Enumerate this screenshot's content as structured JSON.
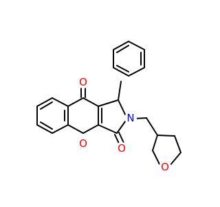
{
  "molecule": {
    "atoms": [
      {
        "id": "O_ketone",
        "element": "O",
        "label": "O",
        "color": "#ff0000"
      },
      {
        "id": "O_pyran",
        "element": "O",
        "label": "O",
        "color": "#ff0000"
      },
      {
        "id": "O_lactam",
        "element": "O",
        "label": "O",
        "color": "#ff0000"
      },
      {
        "id": "N_lactam",
        "element": "N",
        "label": "N",
        "color": "#0000ff"
      },
      {
        "id": "O_thf",
        "element": "O",
        "label": "O",
        "color": "#ff0000"
      }
    ],
    "bond_color": "#000000"
  }
}
